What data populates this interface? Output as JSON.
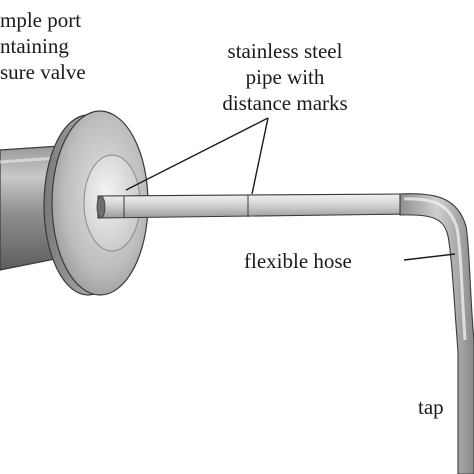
{
  "diagram": {
    "labels": {
      "sample_port": [
        "mple port",
        "ntaining",
        "sure valve"
      ],
      "pipe": [
        "stainless steel",
        "pipe with",
        "distance marks"
      ],
      "hose": "flexible hose",
      "tap": "tap"
    },
    "colors": {
      "outline": "#3a3a3a",
      "metal_dark": "#7d7d7d",
      "metal_mid": "#b9b9b9",
      "metal_light": "#e6e6e6",
      "text": "#1a1a1a"
    }
  }
}
